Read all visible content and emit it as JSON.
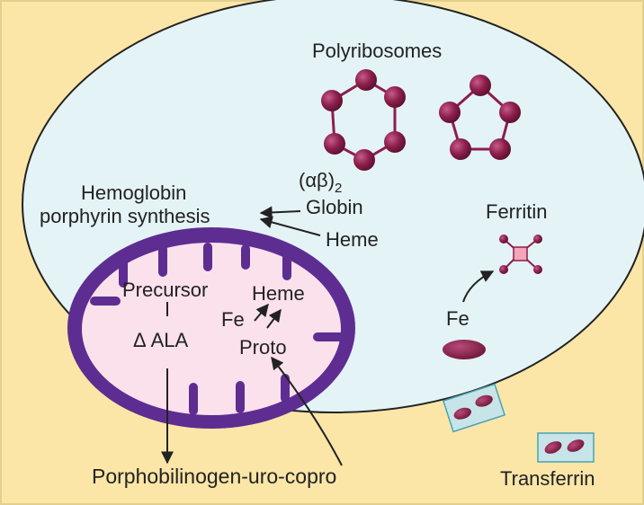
{
  "labels": {
    "polyribosomes": "Polyribosomes",
    "alpha_beta": "(αβ)",
    "alpha_beta_sub": "2",
    "hemoglobin": "Hemoglobin",
    "porphyrin_synthesis": "porphyrin synthesis",
    "globin": "Globin",
    "heme_top": "Heme",
    "ferritin": "Ferritin",
    "precursor": "Precursor",
    "heme_mito": "Heme",
    "fe_mito": "Fe",
    "delta_ala": "Δ ALA",
    "proto": "Proto",
    "fe_cell": "Fe",
    "porphobilinogen": "Porphobilinogen-uro-copro",
    "transferrin": "Transferrin"
  },
  "colors": {
    "background": "#fbe6a8",
    "cell": "#e4f3f6",
    "mitochondrion_membrane": "#5e2d91",
    "mitochondrion_matrix": "#fbe1ec",
    "ribosome": "#8b1f4a",
    "transferrin_box": "#c7e4e8"
  }
}
